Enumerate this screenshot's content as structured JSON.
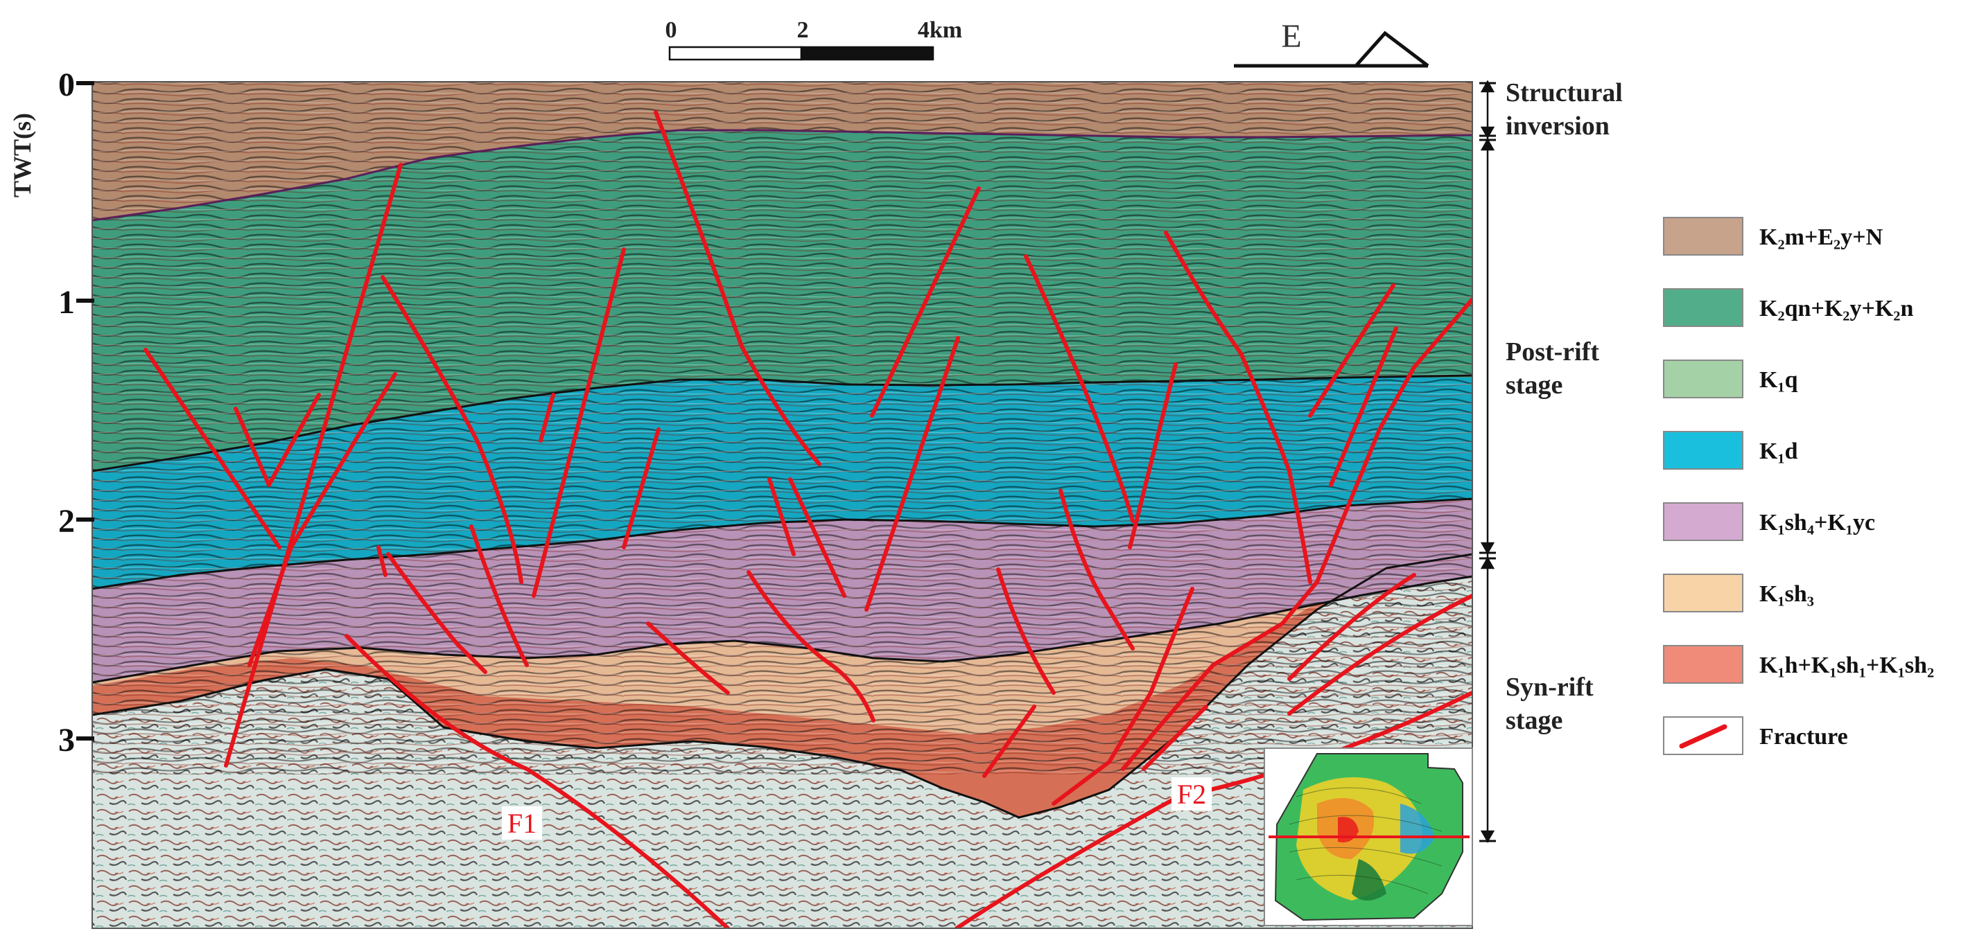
{
  "scale_bar": {
    "ticks": [
      "0",
      "2",
      "4km"
    ]
  },
  "orientation": {
    "label": "E"
  },
  "axis": {
    "label": "TWT(s)",
    "ticks": [
      "0",
      "1",
      "2",
      "3"
    ]
  },
  "stages": [
    {
      "line1": "Structural",
      "line2": "inversion"
    },
    {
      "line1": "Post-rift",
      "line2": "stage"
    },
    {
      "line1": "Syn-rift",
      "line2": "stage"
    }
  ],
  "faults": {
    "f1": "F1",
    "f2": "F2"
  },
  "legend": [
    {
      "label": "K₂m+E₂y+N",
      "color": "#c6a38a"
    },
    {
      "label": "K₂qn+K₂y+K₂n",
      "color": "#52ae8a"
    },
    {
      "label": "K₁q",
      "color": "#a5d1a7"
    },
    {
      "label": "K₁d",
      "color": "#19bfdd"
    },
    {
      "label": "K₁sh₄+K₁yc",
      "color": "#d4aad1"
    },
    {
      "label": "K₁sh₃",
      "color": "#f8d3a7"
    },
    {
      "label": "K₁h+K₁sh₁+K₁sh₂",
      "color": "#f08a79"
    },
    {
      "label": "Fracture",
      "color": "#e8141c"
    }
  ]
}
